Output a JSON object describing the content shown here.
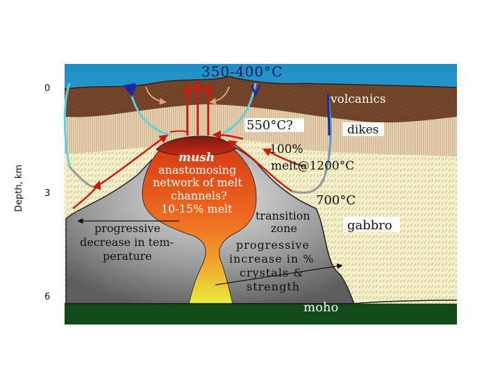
{
  "axis": {
    "ylabel": "Depth, km",
    "ticks": [
      "0",
      "3",
      "6"
    ]
  },
  "labels": {
    "top_temp": "350-400°C",
    "volcanics": "volcanics",
    "dike_temp": "550°C?",
    "dikes": "dikes",
    "mush": "mush",
    "melt_line1": "anastomosing",
    "melt_line2": "network of melt",
    "melt_line3": "channels?",
    "melt_line4": "10-15% melt",
    "full_melt_line1": "100%",
    "full_melt_line2": "melt@1200°C",
    "gabbro_temp": "700°C",
    "transition_line1": "transition",
    "transition_line2": "zone",
    "gabbro": "gabbro",
    "left_note_line1": "progressive",
    "left_note_line2": "decrease in tem-",
    "left_note_line3": "perature",
    "right_note_line1": "progressive",
    "right_note_line2": "increase in %",
    "right_note_line3": "crystals &",
    "right_note_line4": "strength",
    "moho": "moho"
  },
  "colors": {
    "sky": "#1e8fc6",
    "volcanics": "#7a4a2c",
    "dikes": "#f0dcb8",
    "gabbro": "#f5f0c8",
    "mantle": "#0f4a18",
    "chamber_grey": "#8c8c8c",
    "melt_orange": "#e8531a",
    "melt_yellow": "#e4e83a",
    "arrow_red": "#cc1a10",
    "flow_cyan": "#5fd0e0",
    "flow_blue": "#1a2aa0"
  }
}
